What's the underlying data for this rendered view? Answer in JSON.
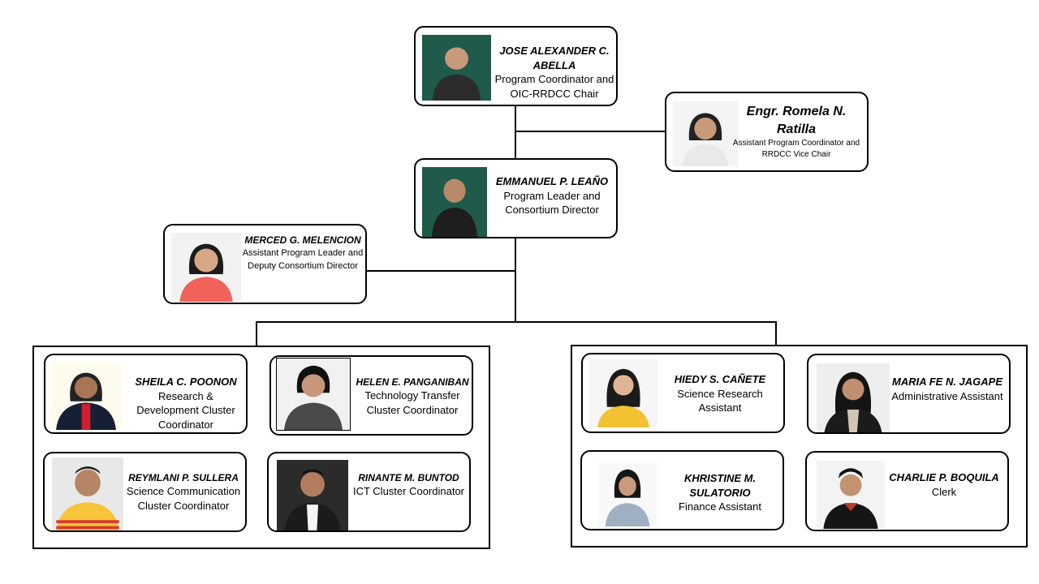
{
  "colors": {
    "line": "#000000",
    "background": "#ffffff"
  },
  "top": {
    "coordinator": {
      "name": "JOSE ALEXANDER C. ABELLA",
      "role": "Program Coordinator and OIC-RRDCC Chair",
      "photo": "person-photo"
    },
    "assistant_coordinator": {
      "name": "Engr. Romela N. Ratilla",
      "role": "Assistant Program Coordinator and RRDCC Vice Chair",
      "photo": "person-photo"
    },
    "leader": {
      "name": "EMMANUEL P. LEAÑO",
      "role": "Program Leader and Consortium Director",
      "photo": "person-photo"
    },
    "assistant_leader": {
      "name": "MERCED G. MELENCION",
      "role": "Assistant Program Leader and Deputy Consortium Director",
      "photo": "person-photo"
    }
  },
  "left_group": [
    {
      "name": "SHEILA C. POONON",
      "role": "Research & Development Cluster Coordinator"
    },
    {
      "name": "HELEN E. PANGANIBAN",
      "role": "Technology Transfer Cluster Coordinator"
    },
    {
      "name": "REYMLANI P. SULLERA",
      "role": "Science Communication Cluster Coordinator"
    },
    {
      "name": "RINANTE M. BUNTOD",
      "role": "ICT Cluster Coordinator"
    }
  ],
  "right_group": [
    {
      "name": "HIEDY S. CAÑETE",
      "role": "Science Research Assistant"
    },
    {
      "name": "MARIA FE N. JAGAPE",
      "role": "Administrative Assistant"
    },
    {
      "name": "KHRISTINE M. SULATORIO",
      "role": "Finance Assistant"
    },
    {
      "name": "CHARLIE P. BOQUILA",
      "role": "Clerk"
    }
  ]
}
